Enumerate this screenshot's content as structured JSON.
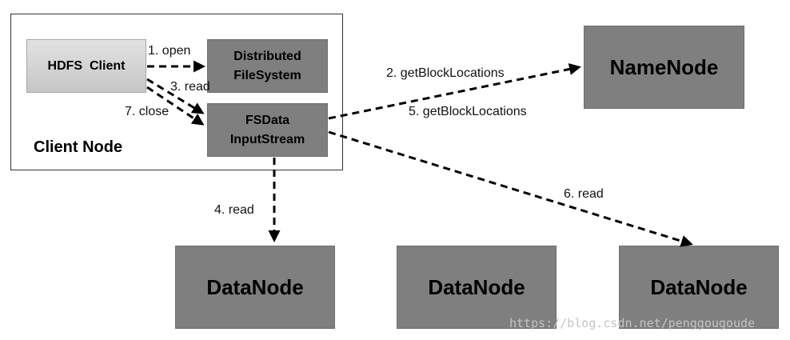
{
  "client_node": {
    "label": "Client Node"
  },
  "boxes": {
    "hdfs_client": "HDFS  Client",
    "distributed_fs": [
      "Distributed",
      "FileSystem"
    ],
    "fsdata_inputstream": [
      "FSData",
      "InputStream"
    ],
    "namenode": "NameNode",
    "datanodes": [
      "DataNode",
      "DataNode",
      "DataNode"
    ]
  },
  "edges": {
    "open": "1. open",
    "get_block_locations_1": "2. getBlockLocations",
    "read_3": "3. read",
    "read_4": "4. read",
    "get_block_locations_5": "5. getBlockLocations",
    "read_6": "6. read",
    "close": "7. close"
  },
  "colors": {
    "box_dark": "#7f7f7f",
    "box_light": "#d4d4d4",
    "arrow": "#000000"
  },
  "watermark": "https://blog.csdn.net/penggougoude"
}
